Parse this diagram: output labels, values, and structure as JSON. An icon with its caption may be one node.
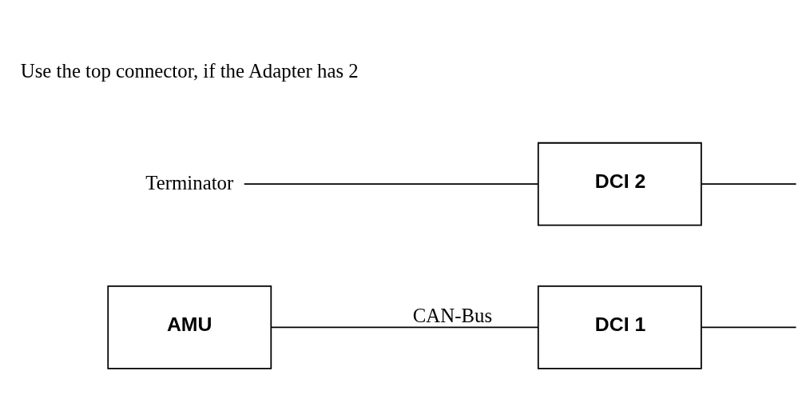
{
  "diagram": {
    "nodes": [
      {
        "text": [
          "AMU"
        ]
      },
      {
        "text": [
          "DCI 1"
        ]
      },
      {
        "text": [
          "Terminator"
        ]
      },
      {
        "text": [
          "DCI 2"
        ]
      }
    ],
    "edges": [
      {
        "from": 0,
        "to": 1,
        "arrow": "none",
        "label": "CAN-Bus"
      },
      {
        "from": 1,
        "to": null,
        "arrow": "none"
      },
      {
        "from": 3,
        "to": null,
        "arrow": "none"
      },
      {
        "from": 2,
        "to": 3,
        "arrow": "none"
      }
    ],
    "labels": [
      "Use the top connector, if the Adapter has 2"
    ]
  }
}
